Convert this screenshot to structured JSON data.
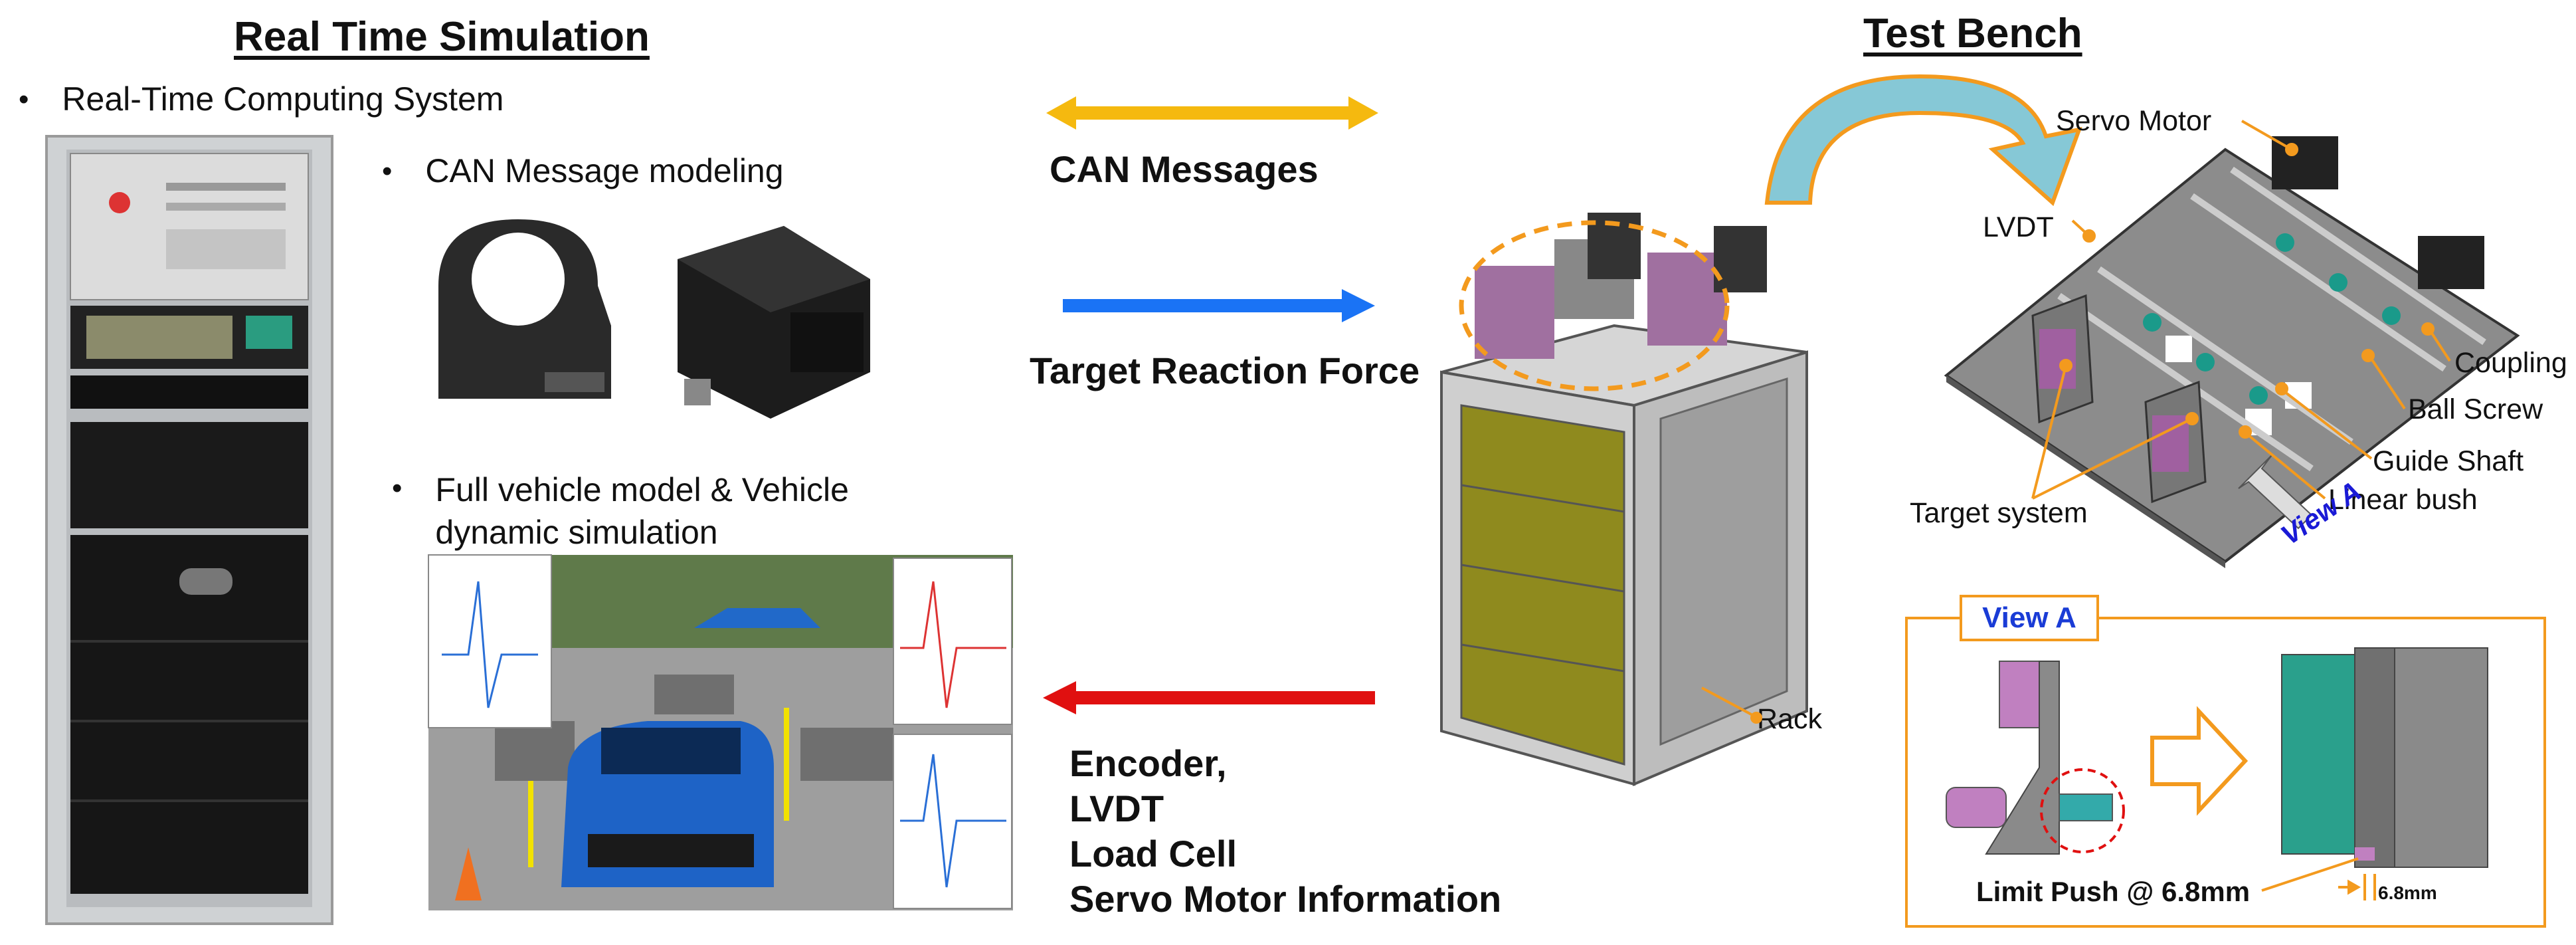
{
  "left": {
    "title": "Real Time Simulation",
    "bullets": [
      "Real-Time Computing System",
      "CAN Message modeling",
      "Full vehicle model & Vehicle dynamic simulation"
    ],
    "full_vehicle_line1": "Full vehicle model & Vehicle",
    "full_vehicle_line2": "dynamic simulation"
  },
  "flows": {
    "can": "CAN Messages",
    "target": "Target Reaction Force",
    "feedback_lines": [
      "Encoder,",
      "LVDT",
      "Load Cell",
      "Servo Motor Information"
    ],
    "colors": {
      "can": "#f5b90f",
      "target": "#1a73f5",
      "feedback": "#e01010"
    }
  },
  "right": {
    "title": "Test Bench",
    "callouts": {
      "servo_motor": "Servo Motor",
      "lvdt": "LVDT",
      "coupling": "Coupling",
      "ball_screw": "Ball Screw",
      "guide_shaft": "Guide Shaft",
      "linear_bush": "Linear bush",
      "target_system": "Target system",
      "view_a_arrow": "View A",
      "rack": "Rack"
    },
    "view_a": {
      "title": "View A",
      "limit": "Limit Push @ 6.8mm",
      "dim": "6.8mm"
    },
    "accent": "#f39a1e"
  }
}
